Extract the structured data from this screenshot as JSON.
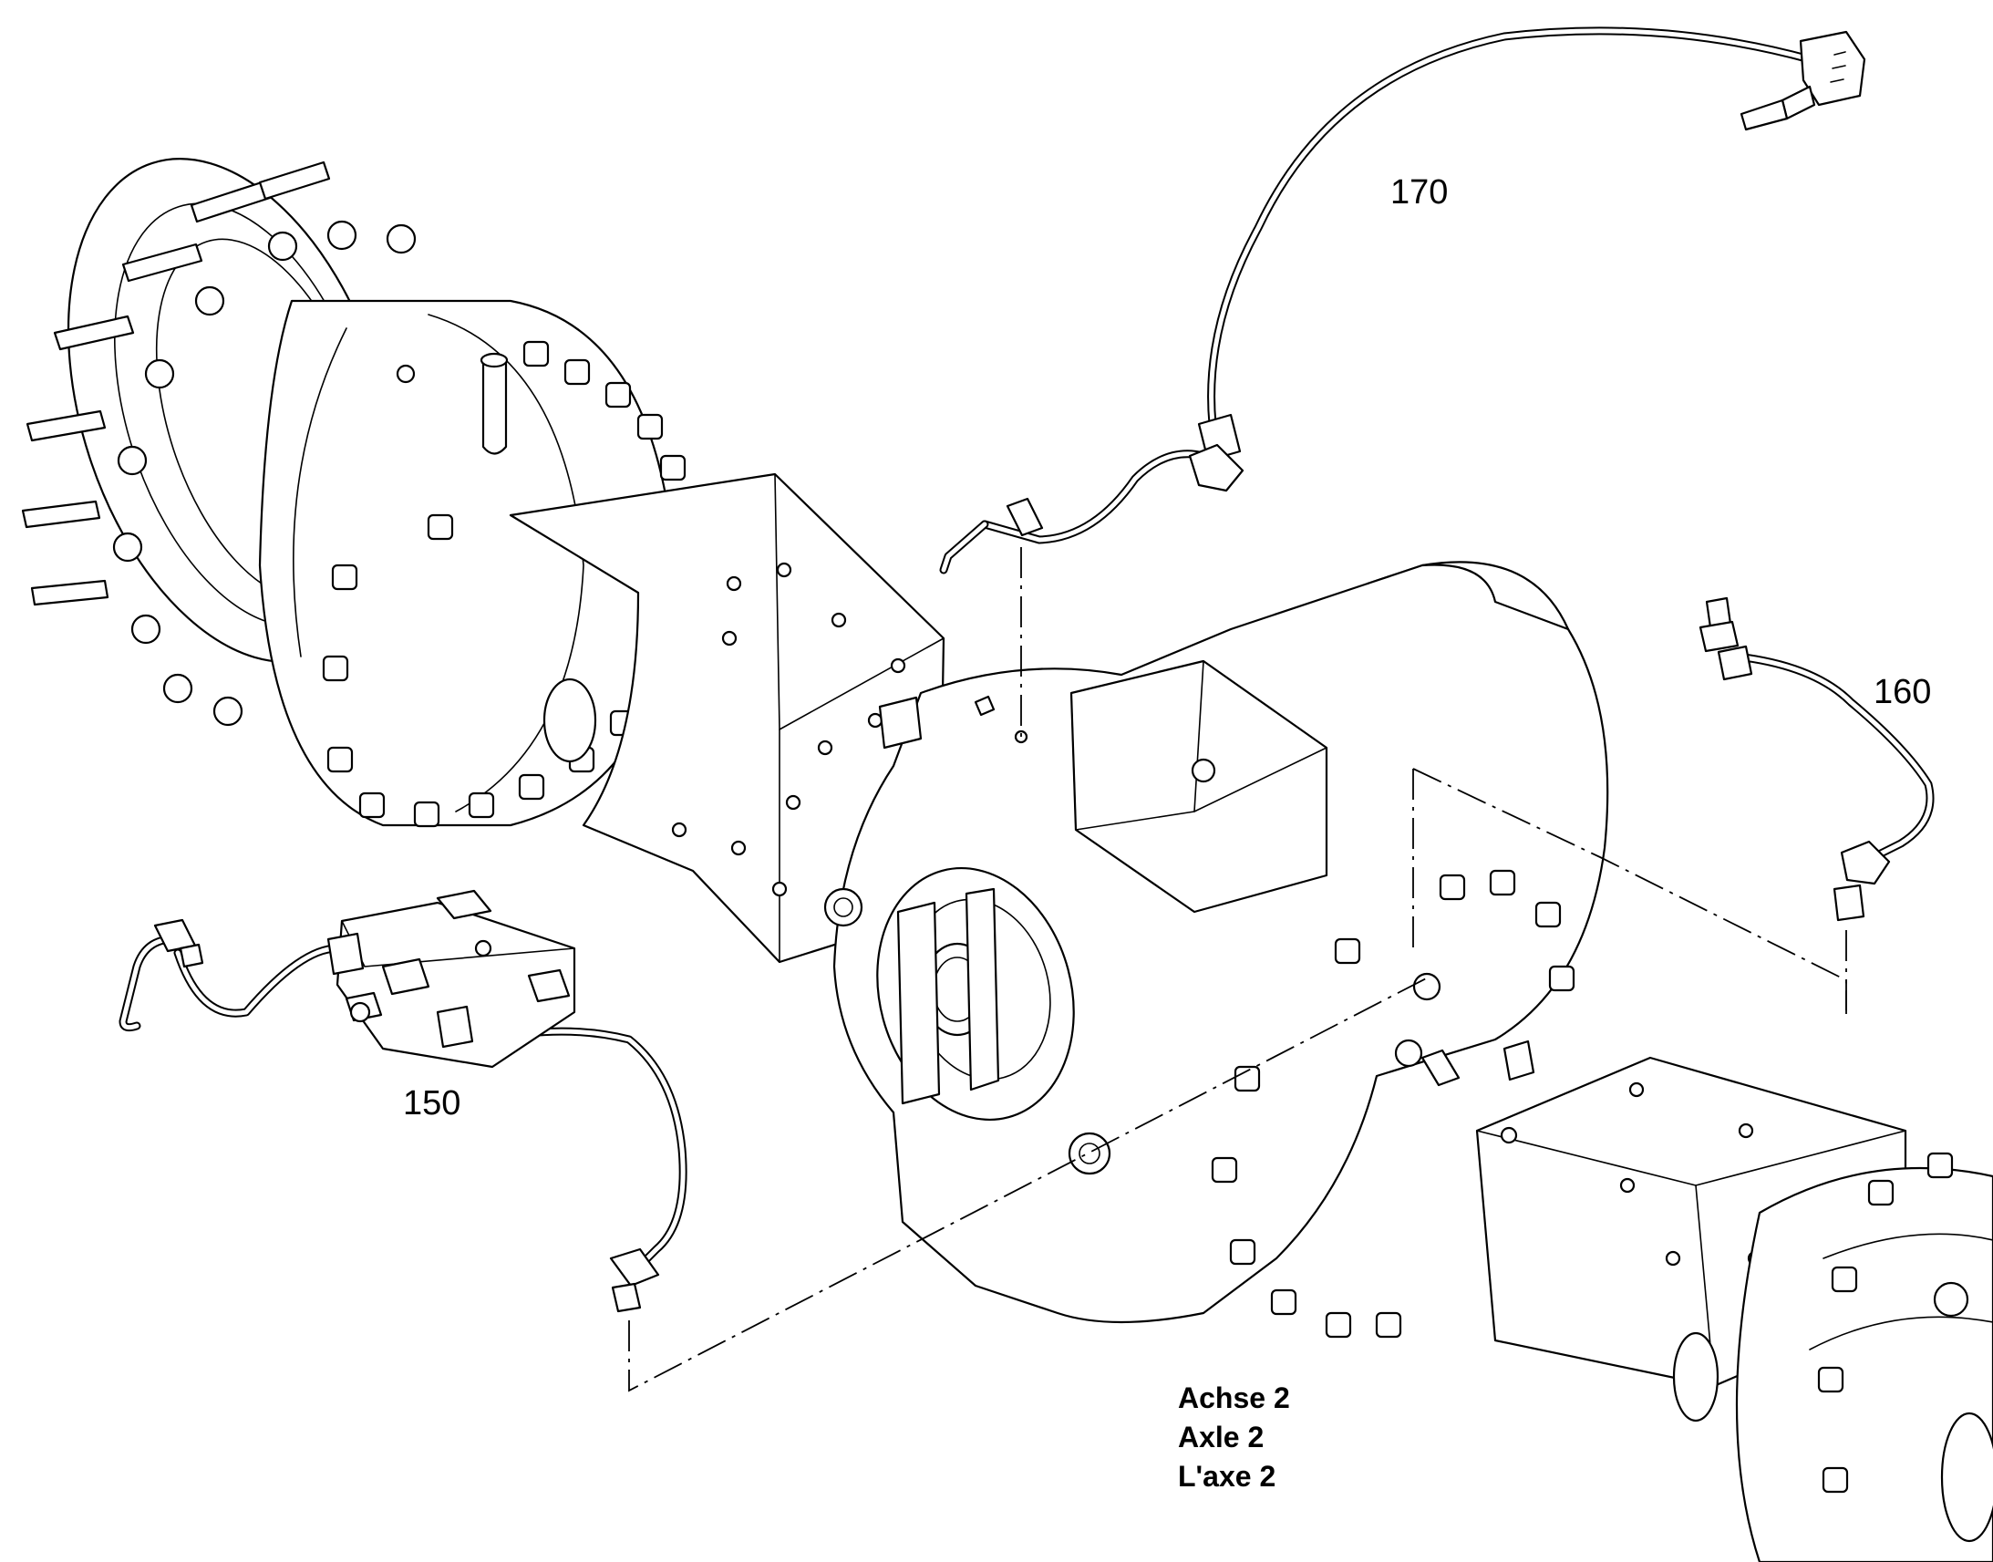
{
  "callouts": {
    "part_150": "150",
    "part_160": "160",
    "part_170": "170"
  },
  "axle_label": {
    "line_de": "Achse 2",
    "line_en": "Axle 2",
    "line_fr": "L'axe 2"
  },
  "colors": {
    "line": "#000000",
    "background": "#ffffff"
  }
}
